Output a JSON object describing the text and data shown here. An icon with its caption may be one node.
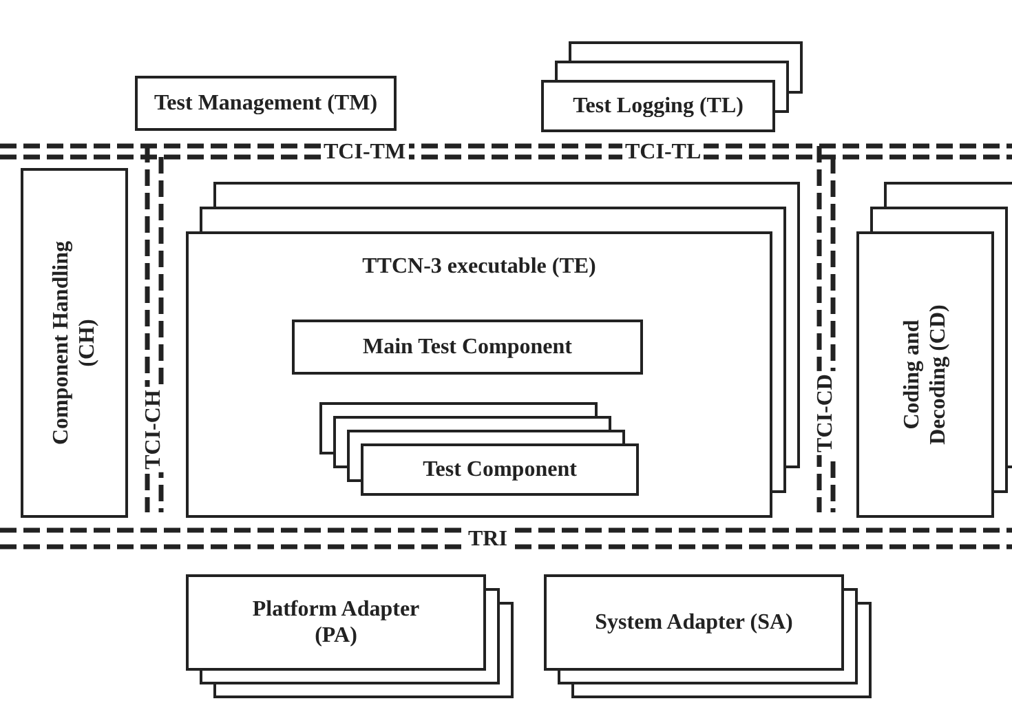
{
  "diagram": {
    "nodes": [
      {
        "text": [
          "Test Management (TM)"
        ]
      },
      {
        "text": [
          "Test Logging (TL)"
        ]
      },
      {
        "text": [
          "Component Handling (CH)"
        ]
      },
      {
        "text": [
          "TTCN-3 executable (TE)"
        ]
      },
      {
        "text": [
          "Main Test Component"
        ],
        "in": 3
      },
      {
        "text": [
          "Test Component"
        ],
        "in": 3
      },
      {
        "text": [
          "Coding and Decoding (CD)"
        ]
      },
      {
        "text": [
          "Platform Adapter (PA)"
        ]
      },
      {
        "text": [
          "System Adapter (SA)"
        ]
      }
    ],
    "labels": [
      "TCI-TM",
      "TCI-TL",
      "TCI-CH",
      "TCI-CD",
      "TRI"
    ]
  }
}
